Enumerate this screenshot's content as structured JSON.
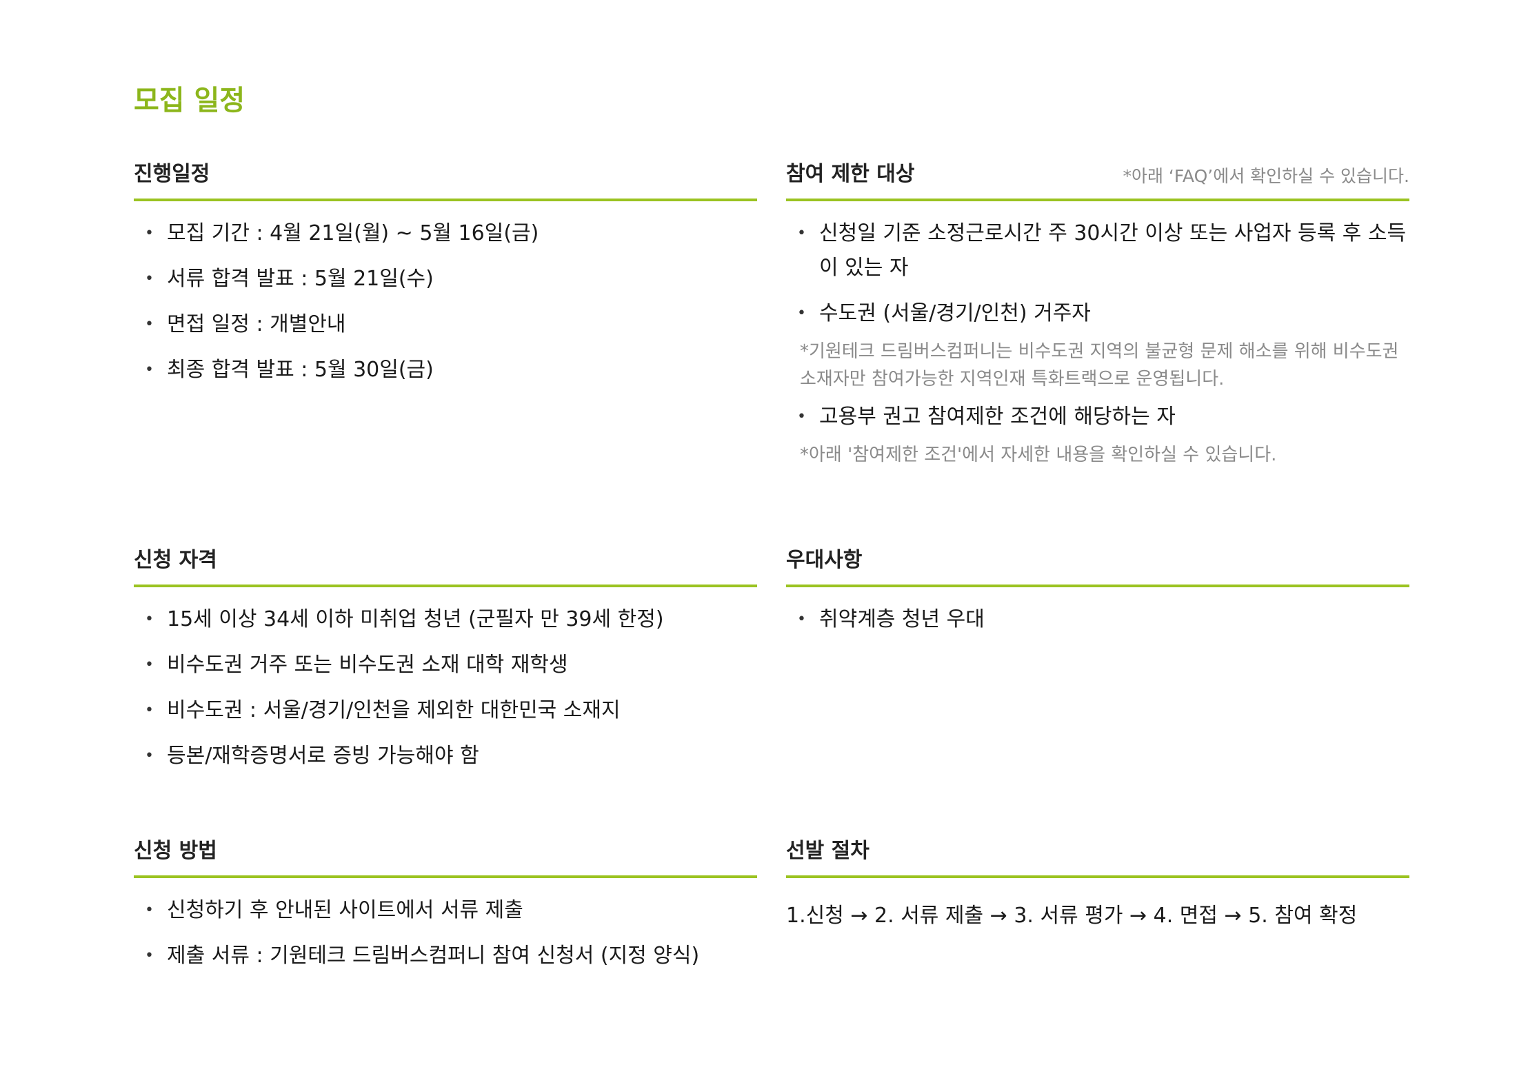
{
  "page": {
    "title": "모집 일정"
  },
  "schedule": {
    "title": "진행일정",
    "items": [
      "모집 기간 : 4월 21일(월) ~ 5월 16일(금)",
      "서류 합격 발표 : 5월 21일(수)",
      "면접 일정 : 개별안내",
      "최종 합격 발표 : 5월 30일(금)"
    ]
  },
  "restrictions": {
    "title": "참여 제한 대상",
    "note": "*아래 ‘FAQ’에서 확인하실 수 있습니다.",
    "item1": "신청일 기준 소정근로시간 주 30시간 이상 또는 사업자 등록 후 소득이 있는 자",
    "item2": "수도권 (서울/경기/인천) 거주자",
    "note2": "*기원테크 드림버스컴퍼니는 비수도권 지역의 불균형 문제 해소를 위해 비수도권 소재자만 참여가능한 지역인재 특화트랙으로 운영됩니다.",
    "item3": "고용부 권고 참여제한 조건에 해당하는 자",
    "note3": "*아래 '참여제한 조건'에서 자세한 내용을 확인하실 수 있습니다."
  },
  "eligibility": {
    "title": "신청 자격",
    "items": [
      "15세 이상 34세 이하 미취업 청년 (군필자 만 39세 한정)",
      "비수도권 거주 또는 비수도권 소재 대학 재학생",
      "비수도권 : 서울/경기/인천을 제외한 대한민국 소재지",
      "등본/재학증명서로 증빙 가능해야 함"
    ]
  },
  "preference": {
    "title": "우대사항",
    "items": [
      "취약계층 청년 우대"
    ]
  },
  "method": {
    "title": "신청 방법",
    "items": [
      "신청하기 후 안내된 사이트에서 서류 제출",
      "제출 서류 : 기원테크 드림버스컴퍼니 참여 신청서 (지정 양식)"
    ]
  },
  "selection": {
    "title": "선발 절차",
    "process": "1.신청 → 2. 서류 제출 → 3. 서류 평가 → 4. 면접 → 5. 참여 확정"
  },
  "colors": {
    "accent": "#8cb61b",
    "divider": "#9bc321",
    "note_gray": "#8a8a8a"
  }
}
